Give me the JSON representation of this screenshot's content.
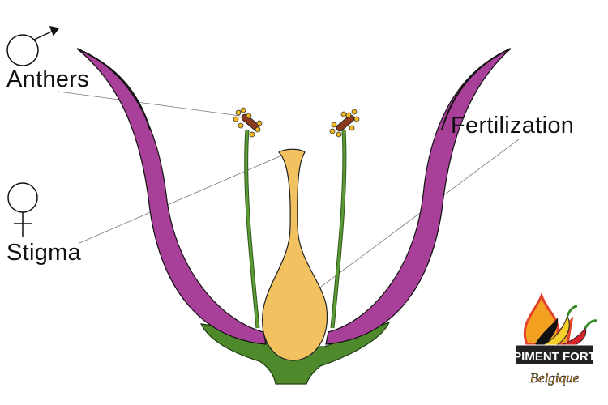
{
  "labels": {
    "anthers": "Anthers",
    "stigma": "Stigma",
    "fertilization": "Fertilization"
  },
  "symbols": {
    "male": "male-symbol",
    "female": "female-symbol"
  },
  "logo": {
    "line1": "PIMENT FORT",
    "line2": "Belgique"
  },
  "colors": {
    "petal": "#a8409a",
    "sepal": "#4e8a2c",
    "pistil": "#f2c260",
    "anther": "#8b3a1e",
    "pollen": "#f1b820"
  }
}
